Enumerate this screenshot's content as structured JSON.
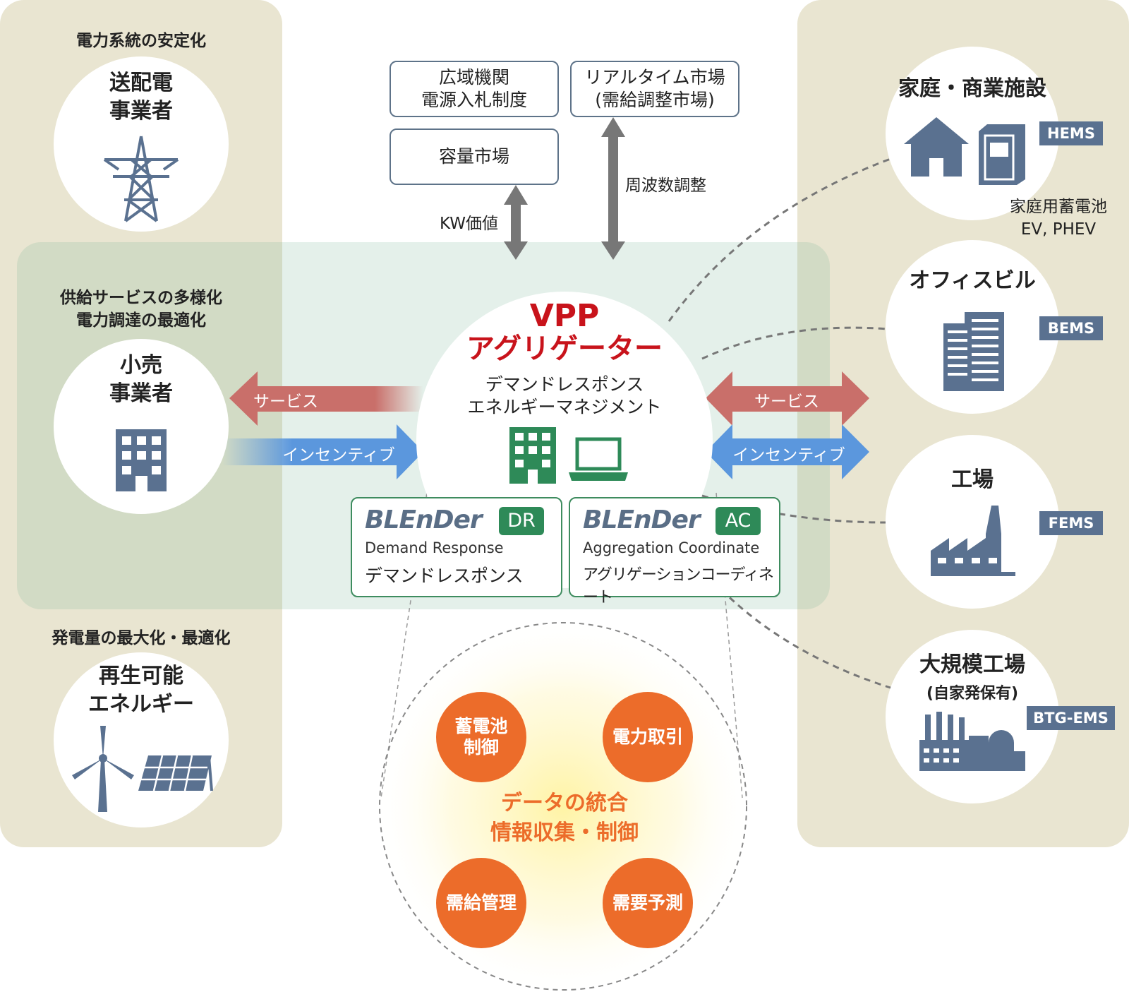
{
  "left": {
    "sections": [
      {
        "heading": "電力系統の安定化",
        "circle_title": "送配電\n事業者",
        "icon": "transmission-tower-icon"
      },
      {
        "heading": "供給サービスの多様化\n電力調達の最適化",
        "circle_title": "小売\n事業者",
        "icon": "building-icon"
      },
      {
        "heading": "発電量の最大化・最適化",
        "circle_title": "再生可能\nエネルギー",
        "icon": "wind-solar-icon"
      }
    ]
  },
  "markets": {
    "box1": "広域機関\n電源入札制度",
    "box2": "容量市場",
    "box3": "リアルタイム市場\n(需給調整市場)",
    "kw_label": "KW価値",
    "freq_label": "周波数調整"
  },
  "center": {
    "title_line1": "VPP",
    "title_line2": "アグリゲーター",
    "sub_line1": "デマンドレスポンス",
    "sub_line2": "エネルギーマネジメント"
  },
  "arrows": {
    "service": "サービス",
    "incentive": "インセンティブ"
  },
  "blender": [
    {
      "logo": "BLEnDer",
      "badge": "DR",
      "english": "Demand Response",
      "japanese": "デマンドレスポンス"
    },
    {
      "logo": "BLEnDer",
      "badge": "AC",
      "english": "Aggregation Coordinate",
      "japanese": "アグリゲーションコーディネート"
    }
  ],
  "data_circle": {
    "center_line1": "データの統合",
    "center_line2": "情報収集・制御",
    "items": [
      "蓄電池\n制御",
      "電力取引",
      "需給管理",
      "需要予測"
    ]
  },
  "right": {
    "items": [
      {
        "title": "家庭・商業施設",
        "tag": "HEMS",
        "note": "家庭用蓄電池\nEV, PHEV"
      },
      {
        "title": "オフィスビル",
        "tag": "BEMS"
      },
      {
        "title": "工場",
        "tag": "FEMS"
      },
      {
        "title": "大規模工場",
        "subtitle": "(自家発保有)",
        "tag": "BTG-EMS"
      }
    ]
  },
  "colors": {
    "panel": "#e9e5d1",
    "icon_blue": "#5a7190",
    "vpp_red": "#c8131b",
    "service_red": "#c96f6a",
    "incentive_blue": "#5b97dd",
    "blender_green": "#2e8a58",
    "orange": "#ec6c2a"
  }
}
